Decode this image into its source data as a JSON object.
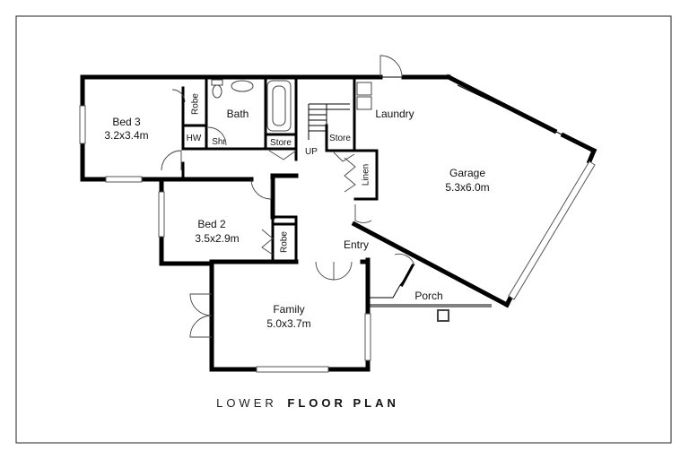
{
  "title": {
    "prefix": "LOWER",
    "suffix": "FLOOR PLAN"
  },
  "rooms": {
    "bed3": {
      "name": "Bed 3",
      "size": "3.2x3.4m"
    },
    "bath": {
      "name": "Bath"
    },
    "bed2": {
      "name": "Bed 2",
      "size": "3.5x2.9m"
    },
    "family": {
      "name": "Family",
      "size": "5.0x3.7m"
    },
    "garage": {
      "name": "Garage",
      "size": "5.3x6.0m"
    },
    "laundry": {
      "name": "Laundry"
    },
    "entry": {
      "name": "Entry"
    },
    "porch": {
      "name": "Porch"
    }
  },
  "small_labels": {
    "robe_bed3": "Robe",
    "hw": "HW",
    "shr": "Shr",
    "store_bath": "Store",
    "store_stair": "Store",
    "up": "UP",
    "linen": "Linen",
    "robe_bed2": "Robe"
  }
}
